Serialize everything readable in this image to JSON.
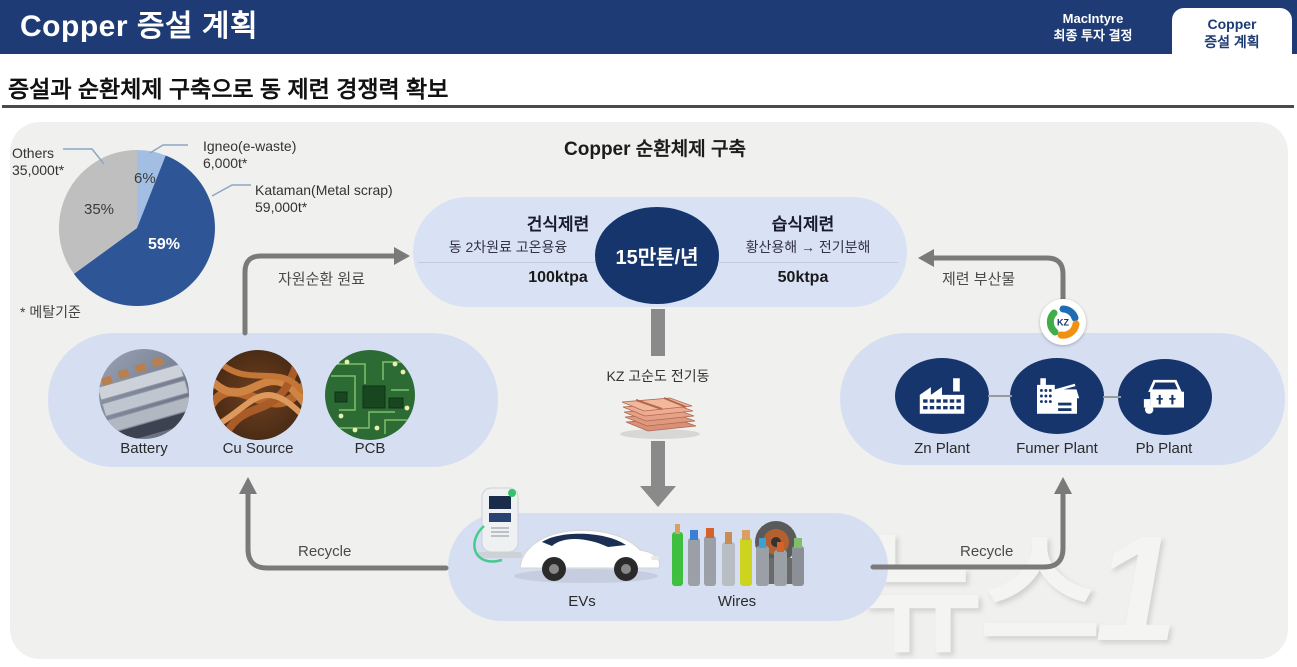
{
  "header": {
    "title": "Copper 증설 계획",
    "nav_prev": {
      "line1": "MacIntyre",
      "line2": "최종 투자 결정"
    },
    "active_tab": {
      "line1": "Copper",
      "line2": "증설 계획"
    }
  },
  "subtitle": "증설과 순환체제 구축으로 동 제련 경쟁력 확보",
  "diagram": {
    "title": "Copper 순환체제 구축",
    "smelting": {
      "dry": {
        "heading": "건식제련",
        "desc": "동 2차원료 고온용융",
        "capacity": "100ktpa"
      },
      "total_capacity": "15만톤/년",
      "wet": {
        "heading": "습식제련",
        "desc": "황산용해 → 전기분해",
        "capacity": "50ktpa"
      }
    },
    "flow_labels": {
      "feed": "자원순환 원료",
      "byproduct": "제련 부산물",
      "cathode": "KZ 고순도 전기동",
      "recycle_left": "Recycle",
      "recycle_right": "Recycle"
    },
    "sources": {
      "items": [
        {
          "label": "Battery"
        },
        {
          "label": "Cu Source"
        },
        {
          "label": "PCB"
        }
      ]
    },
    "plants": {
      "items": [
        {
          "label": "Zn Plant"
        },
        {
          "label": "Fumer Plant"
        },
        {
          "label": "Pb Plant"
        }
      ]
    },
    "products": {
      "items": [
        {
          "label": "EVs"
        },
        {
          "label": "Wires"
        }
      ]
    },
    "kz_logo_text": "KZ"
  },
  "chart_data": {
    "type": "pie",
    "labels": [
      "Igneo(e-waste)",
      "Kataman(Metal scrap)",
      "Others"
    ],
    "values": [
      6,
      59,
      35
    ],
    "amount_labels": [
      "6,000t*",
      "59,000t*",
      "35,000t*"
    ],
    "percent_labels": [
      "6%",
      "59%",
      "35%"
    ],
    "colors": [
      "#A3BEE3",
      "#2E5596",
      "#BFBFBF"
    ],
    "footnote": "* 메탈기준",
    "legend_position": "callout-labels",
    "start_angle_deg": 0,
    "direction": "clockwise"
  },
  "watermark": {
    "text": "뉴스",
    "numeral": "1"
  },
  "colors": {
    "header_navy": "#1E3B76",
    "circle_navy": "#16356D",
    "pill_blue": "#D9E2F4",
    "box_blue": "#D6DFF2",
    "panel_gray": "#F0F0EE",
    "arrow_gray": "#7A7A7A"
  }
}
